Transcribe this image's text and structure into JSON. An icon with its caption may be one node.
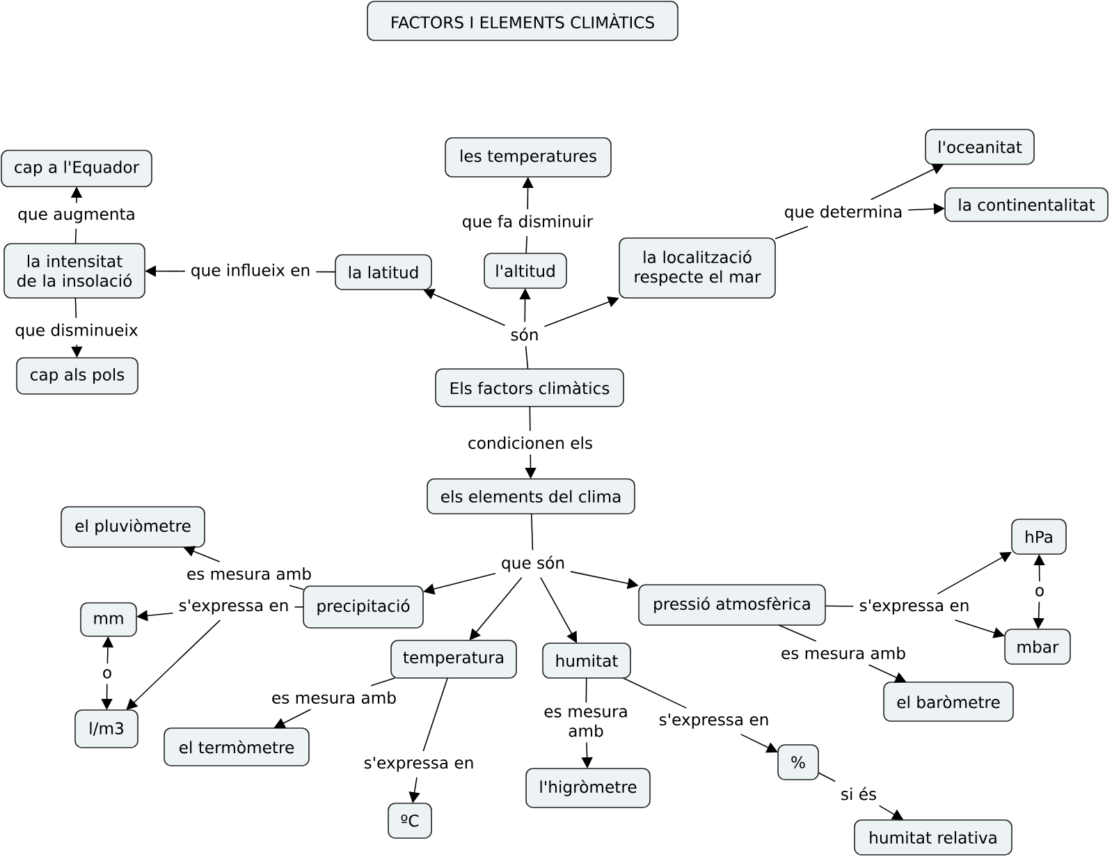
{
  "diagram": {
    "nodes": [
      {
        "text": [
          "FACTORS I ELEMENTS CLIMÀTICS"
        ]
      },
      {
        "text": [
          "l'oceanitat"
        ]
      },
      {
        "text": [
          "les temperatures"
        ]
      },
      {
        "text": [
          "cap a l'Equador"
        ]
      },
      {
        "text": [
          "la continentalitat"
        ]
      },
      {
        "text": [
          "que determina"
        ]
      },
      {
        "text": [
          "que augmenta"
        ]
      },
      {
        "text": [
          "que fa disminuir"
        ]
      },
      {
        "text": [
          "la intensitat de la insolació"
        ]
      },
      {
        "text": [
          "que influeix en"
        ]
      },
      {
        "text": [
          "la latitud"
        ]
      },
      {
        "text": [
          "l'altitud"
        ]
      },
      {
        "text": [
          "la localització respecte el mar"
        ]
      },
      {
        "text": [
          "que disminueix"
        ]
      },
      {
        "text": [
          "són"
        ]
      },
      {
        "text": [
          "cap als pols"
        ]
      },
      {
        "text": [
          "Els factors climàtics"
        ]
      },
      {
        "text": [
          "condicionen els"
        ]
      },
      {
        "text": [
          "els elements del clima"
        ]
      },
      {
        "text": [
          "el pluviòmetre"
        ]
      },
      {
        "text": [
          "hPa"
        ]
      },
      {
        "text": [
          "que són"
        ]
      },
      {
        "text": [
          "es mesura amb"
        ]
      },
      {
        "text": [
          "o"
        ]
      },
      {
        "text": [
          "s'expressa en"
        ]
      },
      {
        "text": [
          "precipitació"
        ]
      },
      {
        "text": [
          "pressió atmosfèrica"
        ]
      },
      {
        "text": [
          "s'expressa en"
        ]
      },
      {
        "text": [
          "mm"
        ]
      },
      {
        "text": [
          "mbar"
        ]
      },
      {
        "text": [
          "temperatura"
        ]
      },
      {
        "text": [
          "humitat"
        ]
      },
      {
        "text": [
          "es mesura amb"
        ]
      },
      {
        "text": [
          "o"
        ]
      },
      {
        "text": [
          "el baròmetre"
        ]
      },
      {
        "text": [
          "es mesura amb"
        ]
      },
      {
        "text": [
          "es mesura amb"
        ]
      },
      {
        "text": [
          "s'expressa en"
        ]
      },
      {
        "text": [
          "l/m3"
        ]
      },
      {
        "text": [
          "el termòmetre"
        ]
      },
      {
        "text": [
          "%"
        ]
      },
      {
        "text": [
          "s'expressa en"
        ]
      },
      {
        "text": [
          "l'higròmetre"
        ]
      },
      {
        "text": [
          "si és"
        ]
      },
      {
        "text": [
          "ºC"
        ]
      },
      {
        "text": [
          "humitat relativa"
        ]
      }
    ],
    "edges": [
      {
        "from": 12,
        "to": 5,
        "arrow": "none"
      },
      {
        "from": 5,
        "to": 1,
        "arrow": "to"
      },
      {
        "from": 5,
        "to": 4,
        "arrow": "to"
      },
      {
        "from": 8,
        "to": 6,
        "arrow": "none"
      },
      {
        "from": 6,
        "to": 3,
        "arrow": "to"
      },
      {
        "from": 11,
        "to": 7,
        "arrow": "none"
      },
      {
        "from": 7,
        "to": 2,
        "arrow": "to"
      },
      {
        "from": 10,
        "to": 9,
        "arrow": "none"
      },
      {
        "from": 9,
        "to": 8,
        "arrow": "to"
      },
      {
        "from": 8,
        "to": 13,
        "arrow": "none"
      },
      {
        "from": 13,
        "to": 15,
        "arrow": "to"
      },
      {
        "from": 16,
        "to": 14,
        "arrow": "none"
      },
      {
        "from": 14,
        "to": 10,
        "arrow": "to"
      },
      {
        "from": 14,
        "to": 11,
        "arrow": "to"
      },
      {
        "from": 14,
        "to": 12,
        "arrow": "to"
      },
      {
        "from": 16,
        "to": 17,
        "arrow": "none"
      },
      {
        "from": 17,
        "to": 18,
        "arrow": "to"
      },
      {
        "from": 18,
        "to": 21,
        "arrow": "none"
      },
      {
        "from": 21,
        "to": 25,
        "arrow": "to"
      },
      {
        "from": 21,
        "to": 30,
        "arrow": "to"
      },
      {
        "from": 21,
        "to": 31,
        "arrow": "to"
      },
      {
        "from": 21,
        "to": 26,
        "arrow": "to"
      },
      {
        "from": 25,
        "to": 22,
        "arrow": "none"
      },
      {
        "from": 22,
        "to": 19,
        "arrow": "to"
      },
      {
        "from": 25,
        "to": 24,
        "arrow": "none"
      },
      {
        "from": 24,
        "to": 28,
        "arrow": "to"
      },
      {
        "from": 24,
        "to": 38,
        "arrow": "to"
      },
      {
        "from": 23,
        "to": 20,
        "arrow": "to"
      },
      {
        "from": 23,
        "to": 29,
        "arrow": "to"
      },
      {
        "from": 33,
        "to": 28,
        "arrow": "to"
      },
      {
        "from": 33,
        "to": 38,
        "arrow": "to"
      },
      {
        "from": 26,
        "to": 27,
        "arrow": "none"
      },
      {
        "from": 27,
        "to": 20,
        "arrow": "to"
      },
      {
        "from": 27,
        "to": 29,
        "arrow": "to"
      },
      {
        "from": 26,
        "to": 32,
        "arrow": "none"
      },
      {
        "from": 32,
        "to": 34,
        "arrow": "to"
      },
      {
        "from": 30,
        "to": 35,
        "arrow": "none"
      },
      {
        "from": 35,
        "to": 39,
        "arrow": "to"
      },
      {
        "from": 30,
        "to": 41,
        "arrow": "none"
      },
      {
        "from": 41,
        "to": 44,
        "arrow": "to"
      },
      {
        "from": 31,
        "to": 36,
        "arrow": "none"
      },
      {
        "from": 36,
        "to": 42,
        "arrow": "to"
      },
      {
        "from": 31,
        "to": 37,
        "arrow": "none"
      },
      {
        "from": 37,
        "to": 40,
        "arrow": "to"
      },
      {
        "from": 40,
        "to": 43,
        "arrow": "none"
      },
      {
        "from": 43,
        "to": 45,
        "arrow": "to"
      }
    ]
  }
}
